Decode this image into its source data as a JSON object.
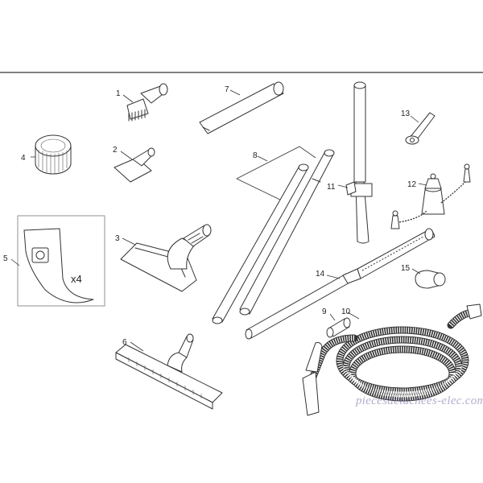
{
  "diagram": {
    "callouts": {
      "c1": "1",
      "c2": "2",
      "c3": "3",
      "c4": "4",
      "c5": "5",
      "c6": "6",
      "c7": "7",
      "c8": "8",
      "c9": "9",
      "c10": "10",
      "c11": "11",
      "c12": "12",
      "c13": "13",
      "c14": "14",
      "c15": "15"
    },
    "bag_quantity": "x4",
    "watermark": "piecesdetachees-elec.com"
  }
}
